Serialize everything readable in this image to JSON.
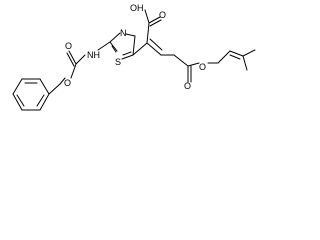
{
  "molecule": {
    "atoms": {
      "carboxylic_oh": "OH",
      "carboxylic_o": "O",
      "amide_nh": "NH",
      "thiazole_n": "N",
      "thiazole_s": "S",
      "carbamate_o_carbonyl": "O",
      "carbamate_o_ester": "O",
      "ester_o_carbonyl": "O",
      "ester_o_chain": "O"
    }
  }
}
